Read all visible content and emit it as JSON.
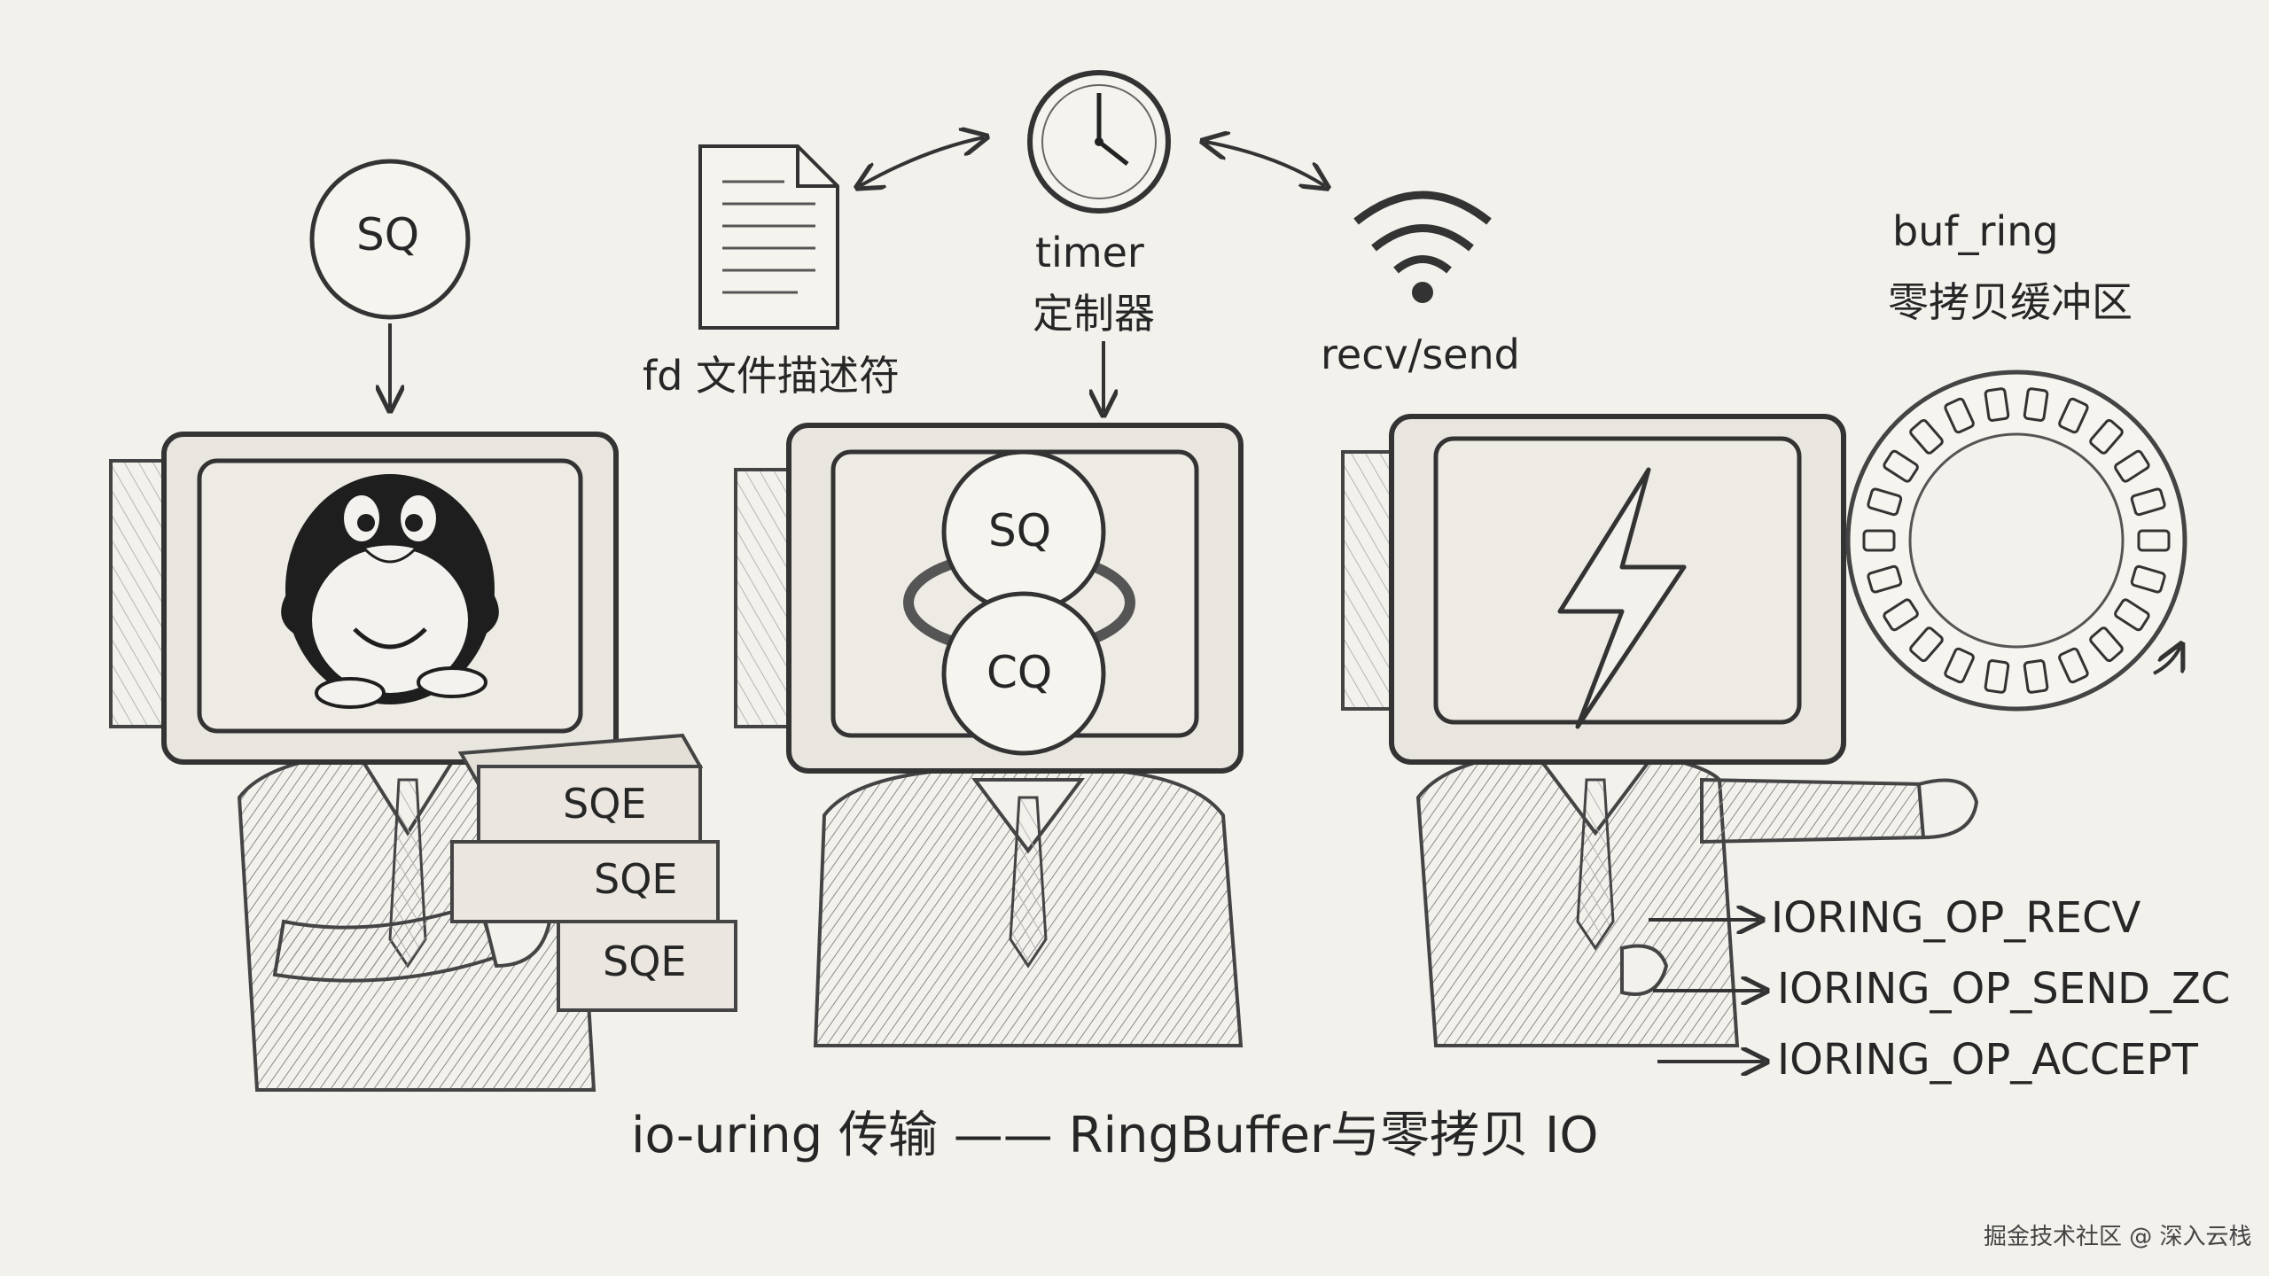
{
  "sq_bubble": "SQ",
  "fd_label": "fd 文件描述符",
  "timer_label_1": "timer",
  "timer_label_2": "定制器",
  "recv_label": "recv/send",
  "bufring_label_1": "buf_ring",
  "bufring_label_2": "零拷贝缓冲区",
  "ring_sq": "SQ",
  "ring_cq": "CQ",
  "sqe_boxes": [
    "SQE",
    "SQE",
    "SQE"
  ],
  "ops": [
    "IORING_OP_RECV",
    "IORING_OP_SEND_ZC",
    "IORING_OP_ACCEPT"
  ],
  "caption": "io-uring 传输 —— RingBuffer与零拷贝 IO",
  "watermark": "掘金技术社区 @ 深入云栈",
  "icons": [
    "penguin-icon",
    "clock-icon",
    "document-icon",
    "wifi-icon",
    "lightning-icon"
  ]
}
